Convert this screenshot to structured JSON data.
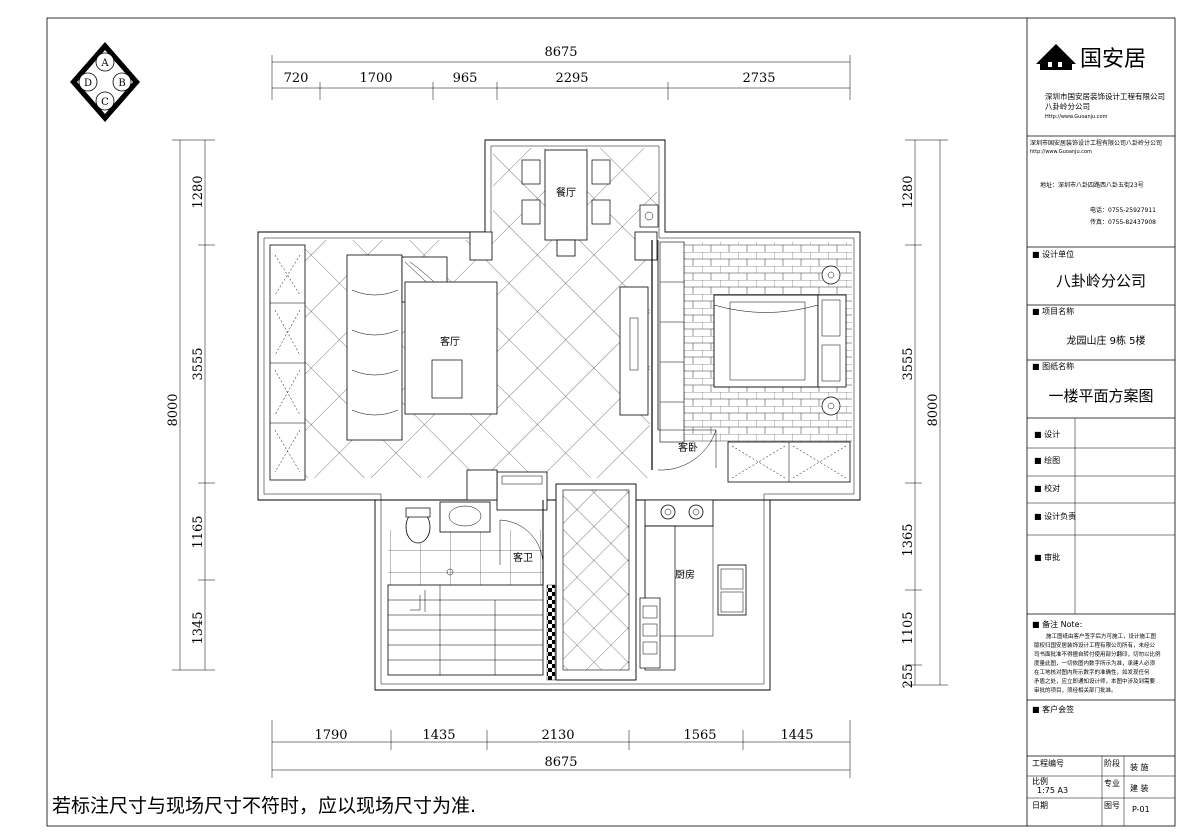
{
  "compass": {
    "top": "A",
    "left": "D",
    "right": "B",
    "bottom": "C"
  },
  "dimensions": {
    "top_total": "8675",
    "top_segments": [
      "720",
      "1700",
      "965",
      "2295",
      "2735"
    ],
    "bottom_total": "8675",
    "bottom_segments": [
      "1790",
      "1435",
      "2130",
      "1565",
      "1445"
    ],
    "left_total": "8000",
    "left_segments": [
      "1280",
      "3555",
      "1165",
      "1345"
    ],
    "right_total": "8000",
    "right_segments": [
      "1280",
      "3555",
      "1365",
      "1105",
      "255"
    ]
  },
  "rooms": {
    "dining": "餐厅",
    "living": "客厅",
    "guest_bedroom": "客卧",
    "guest_bath": "客卫",
    "kitchen": "厨房"
  },
  "footer_note": "若标注尺寸与现场尺寸不符时，应以现场尺寸为准.",
  "title_block": {
    "logo_text": "国安居",
    "company_name": "深圳市国安居装饰设计工程有限公司",
    "branch": "八卦岭分公司",
    "website_small": "Http://www.Guoanju.com",
    "company_line2": "深圳市国安居装饰设计工程有限公司八卦岭分公司",
    "website2": "http://www.Guoanju.com",
    "address": "地址：深圳市八卦四路西八卦五街23号",
    "phone": "电话：0755-25927911",
    "fax": "传真：0755-82437908",
    "design_unit_label": "■ 设计单位",
    "design_unit_value": "八卦岭分公司",
    "project_name_label": "■ 项目名称",
    "project_name_value": "龙园山庄 9栋 5楼",
    "drawing_name_label": "■ 图纸名称",
    "drawing_name_value": "一楼平面方案图",
    "roles": [
      "■ 设计",
      "■ 绘图",
      "■ 校对",
      "■ 设计负责",
      "■ 审批"
    ],
    "notes_label": "■ 备注 Note:",
    "notes_text": [
      "施工图纸由客户签字后方可施工，设计施工图",
      "版权归国安居装饰设计工程有限公司所有，未经公",
      "司书面批准不得擅自转付使用部分翻印，切勿以比例",
      "度量此图，一切依图内数字所示为准，承建人必须",
      "在工地核对图内所示数字的准确性，如发现任何",
      "矛盾之处，应立即通知设计师，本图中涉及到需要",
      "审批的项目，须经相关部门批准。"
    ],
    "client_sign_label": "■ 客户会签",
    "project_no_label": "工程编号",
    "stage_label": "阶段",
    "stage_value": "装 施",
    "scale_label": "比例",
    "scale_value": "1:75  A3",
    "discipline_label": "专业",
    "discipline_value": "建 装",
    "date_label": "日期",
    "drawing_no_label": "图号",
    "drawing_no_value": "P-01"
  }
}
